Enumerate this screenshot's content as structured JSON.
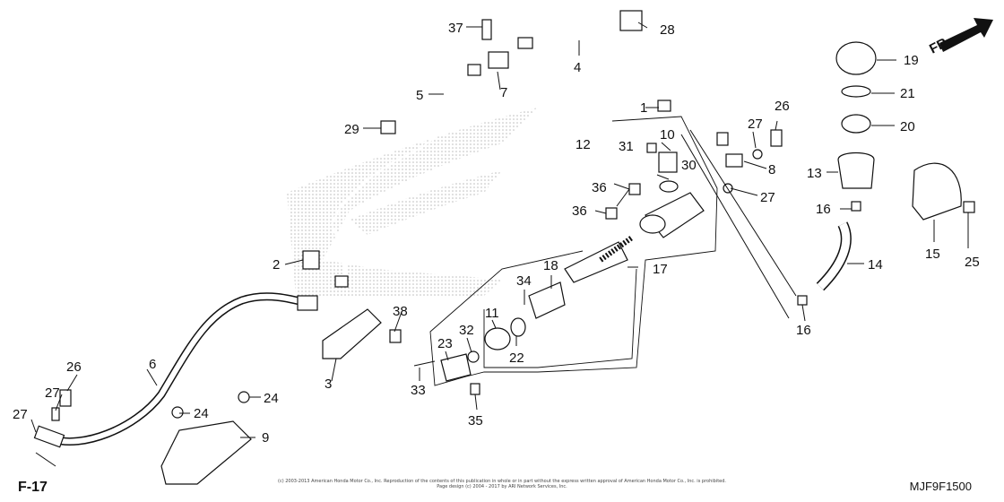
{
  "diagram": {
    "diagram_code": "MJF9F1500",
    "reference": "F-17",
    "direction_label": "FR.",
    "copyright": "(c) 2003-2013 American Honda Motor Co., Inc. Reproduction of the contents of this publication in whole or in part without the express written approval of American Honda Motor Co., Inc. is prohibited.",
    "page_note": "Page design (c) 2004 - 2017 by ARI Network Services, Inc.",
    "callouts": [
      "1",
      "2",
      "3",
      "4",
      "5",
      "6",
      "7",
      "8",
      "9",
      "10",
      "11",
      "12",
      "13",
      "14",
      "15",
      "16",
      "16",
      "17",
      "18",
      "19",
      "20",
      "21",
      "22",
      "23",
      "24",
      "24",
      "25",
      "26",
      "26",
      "27",
      "27",
      "27",
      "27",
      "28",
      "29",
      "30",
      "31",
      "32",
      "33",
      "34",
      "35",
      "36",
      "36",
      "37",
      "38"
    ]
  }
}
